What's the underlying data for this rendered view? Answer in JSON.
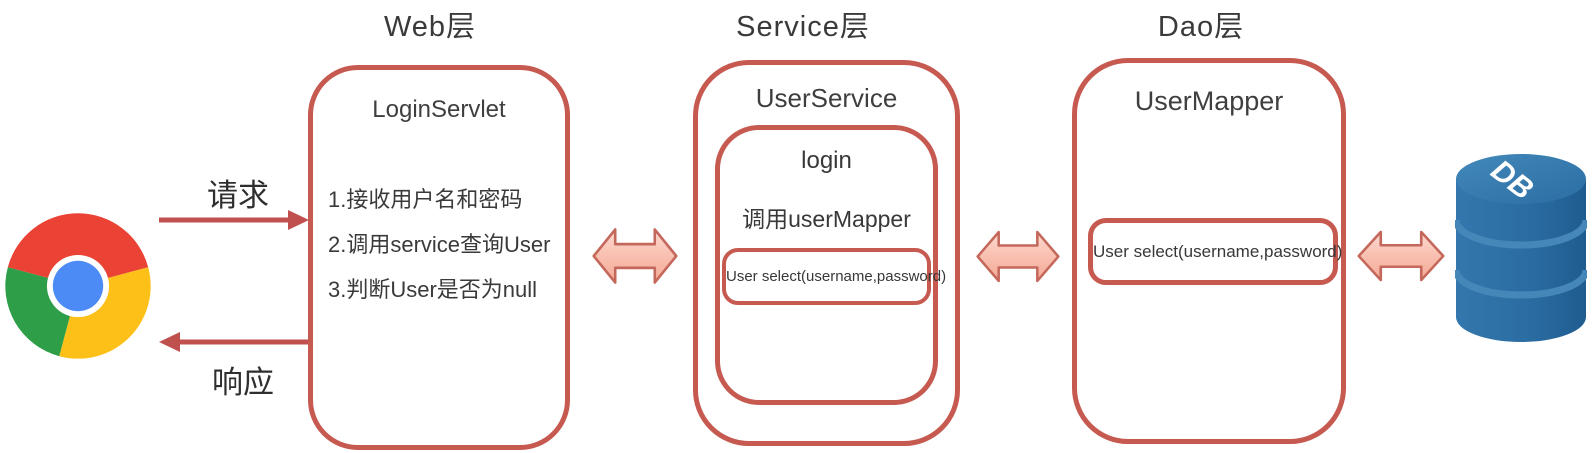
{
  "layers": {
    "web": {
      "title": "Web层"
    },
    "service": {
      "title": "Service层"
    },
    "dao": {
      "title": "Dao层"
    }
  },
  "web_box": {
    "title": "LoginServlet",
    "items": [
      "1.接收用户名和密码",
      "2.调用service查询User",
      "3.判断User是否为null"
    ]
  },
  "service_box": {
    "title": "UserService",
    "method_title": "login",
    "call_text": "调用userMapper",
    "signature": "User select(username,password)"
  },
  "dao_box": {
    "title": "UserMapper",
    "signature": "User select(username,password)"
  },
  "client": {
    "request_label": "请求",
    "response_label": "响应"
  },
  "database": {
    "label": "DB"
  },
  "colors": {
    "box_border": "#c65a50",
    "thin_arrow": "#c0504d",
    "block_arrow_fill_top": "#fddbd1",
    "block_arrow_fill_bottom": "#f5a995",
    "block_arrow_stroke": "#c4685c",
    "db_body_blue": "#2b6da3",
    "db_top_blue": "#3b80b4",
    "chrome_red": "#ea4335",
    "chrome_green": "#2e9e48",
    "chrome_yellow": "#fcc018",
    "chrome_blue": "#4c8bf5"
  }
}
